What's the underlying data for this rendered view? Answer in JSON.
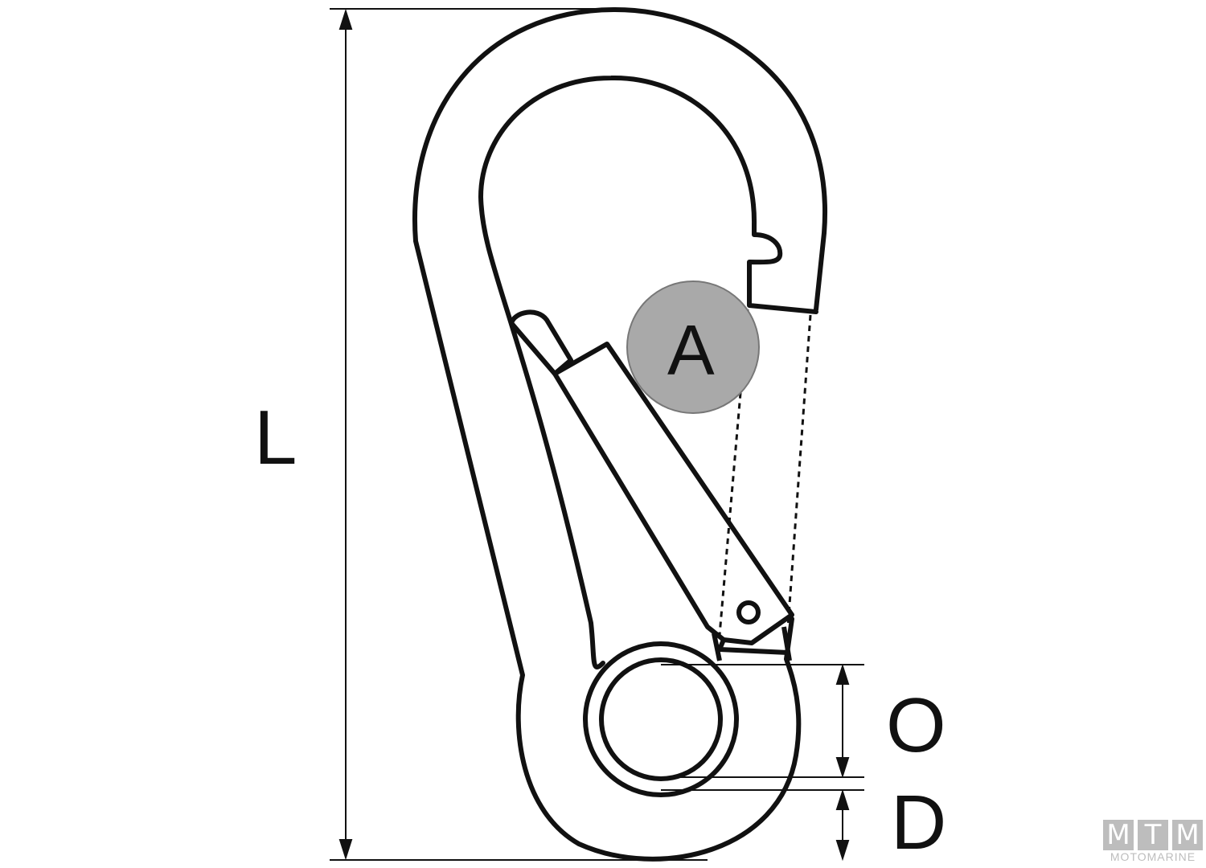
{
  "labels": {
    "length": "L",
    "callout": "A",
    "opening": "O",
    "diameter": "D"
  },
  "logo": {
    "letters": [
      "M",
      "T",
      "M"
    ],
    "subtitle": "MOTOMARINE"
  },
  "colors": {
    "line": "#111111",
    "callout_fill": "#a9a9a9",
    "logo": "#bdbdbd"
  }
}
